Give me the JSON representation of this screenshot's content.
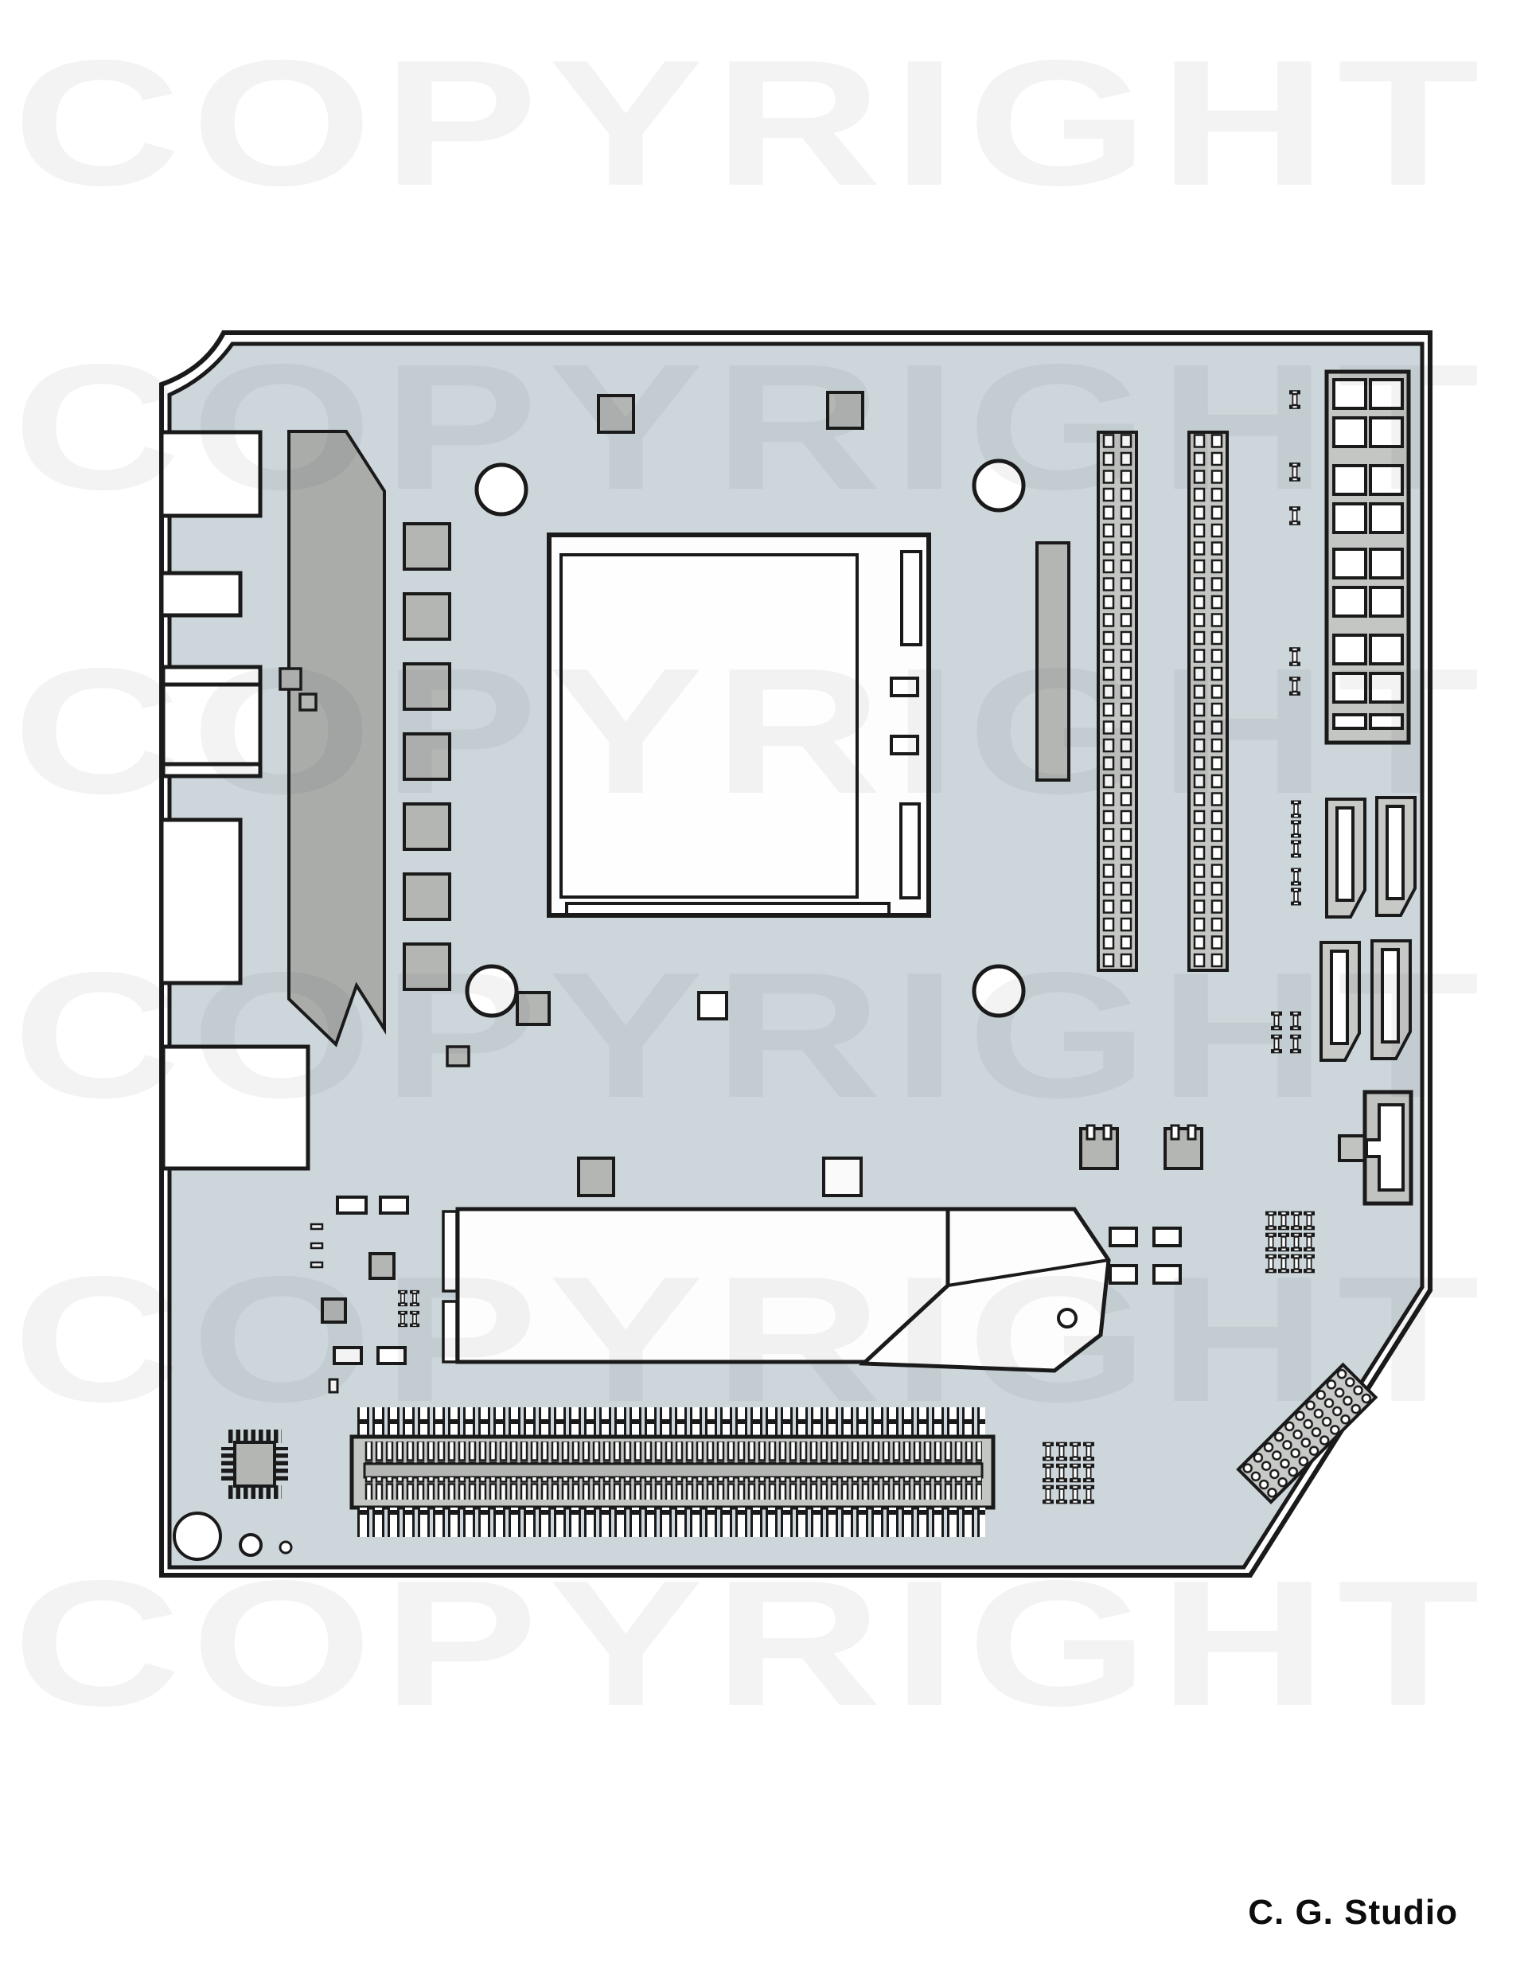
{
  "watermark": {
    "text": "COPYRIGHT",
    "rows": 6
  },
  "credit": {
    "text": "C. G. Studio"
  },
  "colors": {
    "background": "#ffffff",
    "board_fill": "#cdd6da",
    "outline": "#1a1a1a",
    "component_gray": "#b3b6b3",
    "heatsink_gray": "#a9aca9",
    "slot_gray": "#c3c6c2",
    "port_white": "#ffffff",
    "watermark_tint": "rgba(28,44,60,0.055)"
  }
}
